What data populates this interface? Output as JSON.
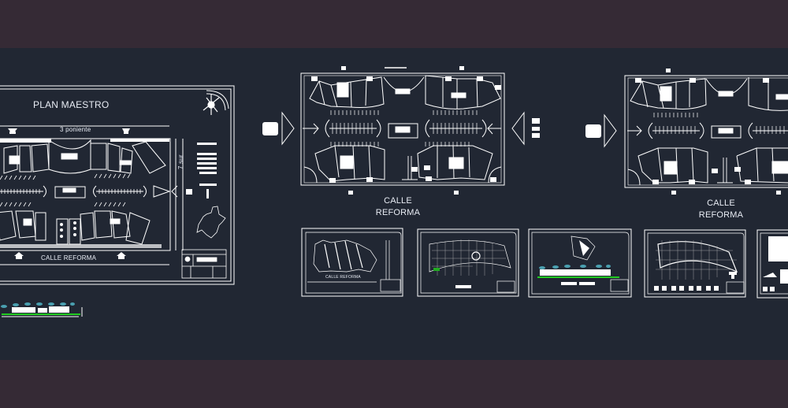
{
  "app": {
    "type": "CAD drawing viewer (model space)",
    "colors": {
      "frame_band": "#352a35",
      "canvas_bg": "#212733",
      "line": "#ffffff",
      "text": "#e8ecf4",
      "landscape_green": "#22cc22",
      "tree_cyan": "#4aa0b0"
    }
  },
  "sheets": {
    "master_plan": {
      "title": "PLAN MAESTRO",
      "street_top": "3 poniente",
      "street_bottom": "CALLE REFORMA",
      "street_right": "7 sur",
      "icons": [
        "north-arrow-icon",
        "location-map-icon",
        "title-block"
      ]
    },
    "plan_1": {
      "street_label_line1": "CALLE",
      "street_label_line2": "REFORMA"
    },
    "plan_2": {
      "street_label_line1": "CALLE",
      "street_label_line2": "REFORMA"
    },
    "thumbnails": [
      {
        "name": "site-plan-sheet",
        "label": "CALLE REFORMA"
      },
      {
        "name": "floor-plan-sheet",
        "label": ""
      },
      {
        "name": "elevation-sheet",
        "label": ""
      },
      {
        "name": "structural-plan-sheet",
        "label": ""
      },
      {
        "name": "detail-sheet",
        "label": ""
      }
    ],
    "elevation_strip": {
      "name": "site-elevation"
    }
  }
}
